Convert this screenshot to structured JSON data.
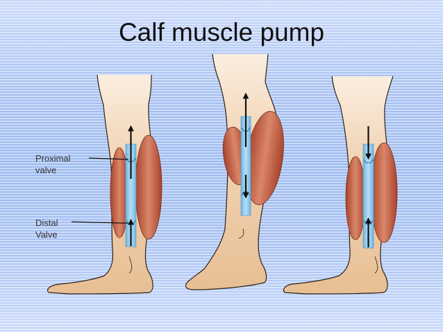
{
  "slide": {
    "title": "Calf muscle pump"
  },
  "labels": {
    "proximal_line1": "Proximal",
    "proximal_line2": "valve",
    "distal_line1": "Distal",
    "distal_line2": "Valve"
  },
  "colors": {
    "skin": "#e8bf94",
    "skin_light": "#fbeee0",
    "skin_outline": "#2b2017",
    "muscle": "#c96a4e",
    "muscle_dark": "#9c3d27",
    "vein": "#8ec8ea",
    "arrow": "#111111",
    "text": "#333333"
  },
  "panels": [
    {
      "state": "resting",
      "arrows": [
        "up",
        "up"
      ]
    },
    {
      "state": "contracted",
      "arrows": [
        "up",
        "down"
      ]
    },
    {
      "state": "relaxed",
      "arrows": [
        "down",
        "up"
      ]
    }
  ]
}
